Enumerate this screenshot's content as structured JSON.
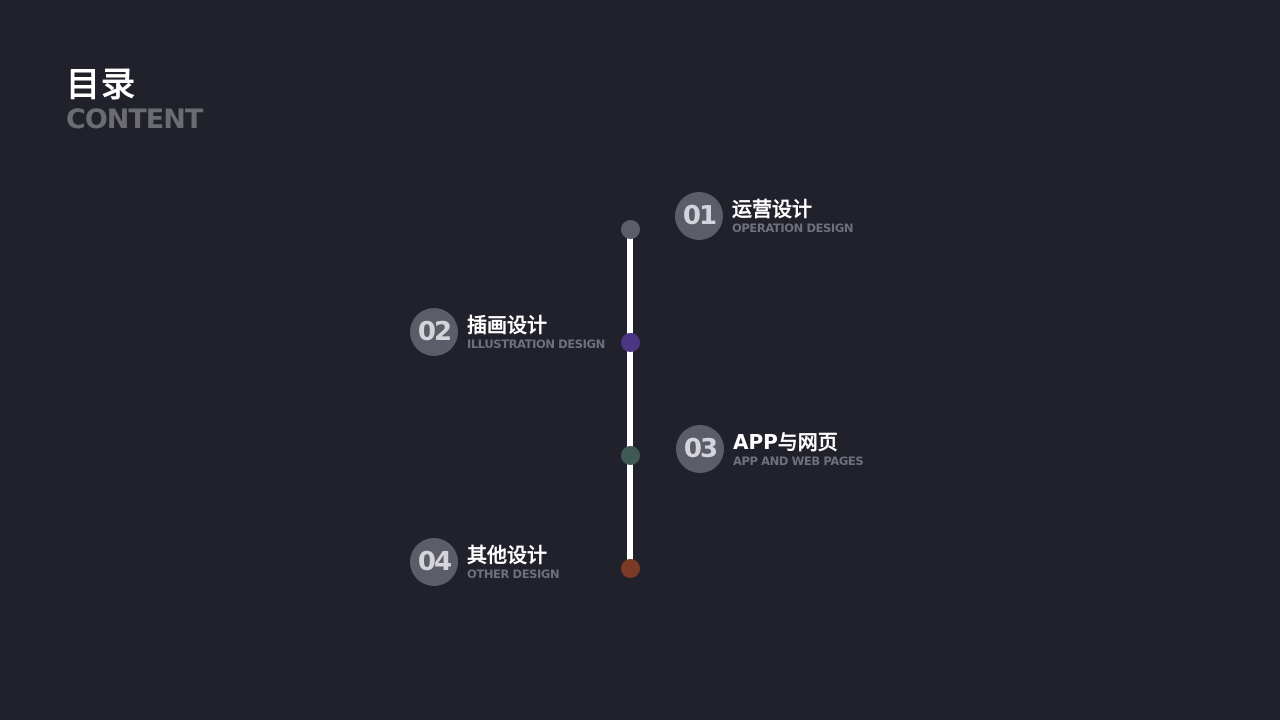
{
  "header": {
    "title": "目录",
    "subtitle": "CONTENT"
  },
  "timeline": {
    "items": [
      {
        "number": "01",
        "title": "运营设计",
        "subtitle": "OPERATION DESIGN",
        "dot_color": "#5b5d69"
      },
      {
        "number": "02",
        "title": "插画设计",
        "subtitle": "ILLUSTRATION DESIGN",
        "dot_color": "#4a3683"
      },
      {
        "number": "03",
        "title": "APP与网页",
        "subtitle": "APP AND WEB PAGES",
        "dot_color": "#3f5a55"
      },
      {
        "number": "04",
        "title": "其他设计",
        "subtitle": "OTHER DESIGN",
        "dot_color": "#7a3a26"
      }
    ]
  },
  "colors": {
    "background": "#20212a",
    "line": "#ffffff",
    "number_circle": "#5b5d69",
    "subtitle_text": "#6f7079"
  }
}
